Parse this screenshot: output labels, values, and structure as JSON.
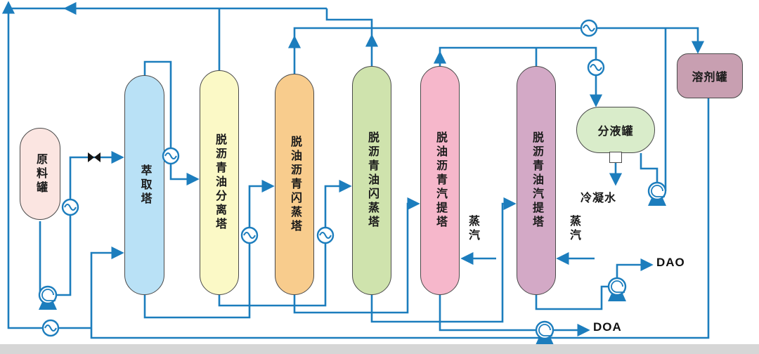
{
  "vessels": [
    {
      "name": "raw-material-tank",
      "label": "原料罐"
    },
    {
      "name": "extraction-tower",
      "label": "萃取塔"
    },
    {
      "name": "dao-separation-tower",
      "label": "脱沥青油分离塔"
    },
    {
      "name": "doa-flash-tower",
      "label": "脱油沥青闪蒸塔"
    },
    {
      "name": "dao-flash-tower",
      "label": "脱沥青油闪蒸塔"
    },
    {
      "name": "doa-stripper-tower",
      "label": "脱油沥青汽提塔"
    },
    {
      "name": "dao-stripper-tower",
      "label": "脱沥青油汽提塔"
    },
    {
      "name": "separator-drum",
      "label": "分液罐"
    },
    {
      "name": "solvent-tank",
      "label": "溶剂罐"
    }
  ],
  "streams": {
    "condensate_water": "冷凝水",
    "steam_1": "蒸汽",
    "steam_2": "蒸汽",
    "dao": "DAO",
    "doa": "DOA"
  },
  "colors": {
    "pipe": "#1c7dbd",
    "raw_material_tank": "#fbe5e1",
    "extraction_tower": "#b9e1f6",
    "dao_separation_tower": "#fbf9c6",
    "doa_flash_tower": "#f8cc8d",
    "dao_flash_tower": "#cfe3ad",
    "doa_stripper_tower": "#f6b7cb",
    "dao_stripper_tower": "#d3a9c6",
    "separator_drum": "#d9ecca",
    "solvent_tank": "#c89fb1",
    "valve": "#151515"
  },
  "symbols": {
    "pump_count": 4,
    "heat_exchanger_count": 7,
    "valve_count": 1
  }
}
